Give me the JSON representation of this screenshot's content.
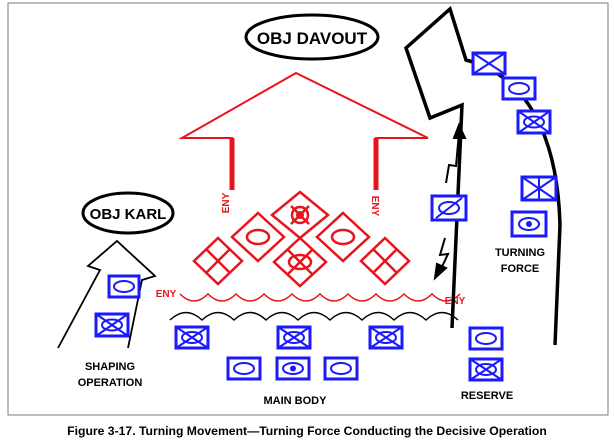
{
  "objectives": {
    "davout": "OBJ  DAVOUT",
    "karl": "OBJ KARL"
  },
  "enemy_label": "ENY",
  "labels": {
    "shaping_line1": "SHAPING",
    "shaping_line2": "OPERATION",
    "turning_line1": "TURNING",
    "turning_line2": "FORCE",
    "main_body": "MAIN BODY",
    "reserve": "RESERVE"
  },
  "caption": "Figure 3-17. Turning Movement—Turning Force Conducting the Decisive Operation",
  "colors": {
    "friendly": "#1a1aff",
    "enemy": "#e8141c",
    "line": "#000000",
    "frame": "#7a7a7a"
  }
}
